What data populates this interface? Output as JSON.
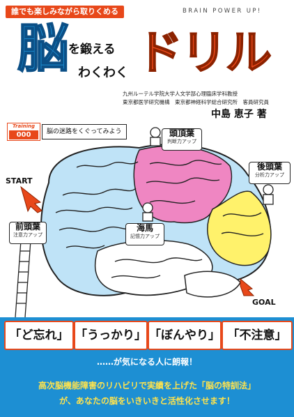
{
  "cover": {
    "tagline": "誰でも楽しみながら取りくめる",
    "brain_power": "BRAIN POWER UP!",
    "title_nou": "脳",
    "title_wo": "を鍛える",
    "title_waku": "わくわく",
    "title_drill": "ドリル",
    "affiliation1": "九州ルーテル学院大学人文学部心理臨床学科教授",
    "affiliation2": "東京都医学研究機構　東京都神経科学総合研究所　客員研究員",
    "author": "中島 恵子 著"
  },
  "training": {
    "label": "Training",
    "number": "000",
    "caption": "脳の迷路をくぐってみよう"
  },
  "maze": {
    "start": "START",
    "goal": "GOAL",
    "regions": [
      {
        "name": "頭頂葉",
        "sub": "判断力アップ"
      },
      {
        "name": "後頭葉",
        "sub": "分析力アップ"
      },
      {
        "name": "前頭葉",
        "sub": "注意力アップ"
      },
      {
        "name": "海馬",
        "sub": "記憶力アップ"
      }
    ]
  },
  "keywords": [
    "「ど忘れ」",
    "「うっかり」",
    "「ぼんやり」",
    "「不注意」"
  ],
  "bottom": {
    "dots_line": "……が気になる人に朗報！",
    "promo1": "高次脳機能障害のリハビリで実績を上げた「脳の特訓法」",
    "promo2": "が、あなたの脳をいきいきと活性化させます！"
  },
  "colors": {
    "orange": "#e8481a",
    "blue": "#1d8fd3",
    "yellow": "#ffe34d",
    "pink": "#ef86c2",
    "lightyellow": "#fff26b",
    "lightblue": "#bfe3f7"
  }
}
